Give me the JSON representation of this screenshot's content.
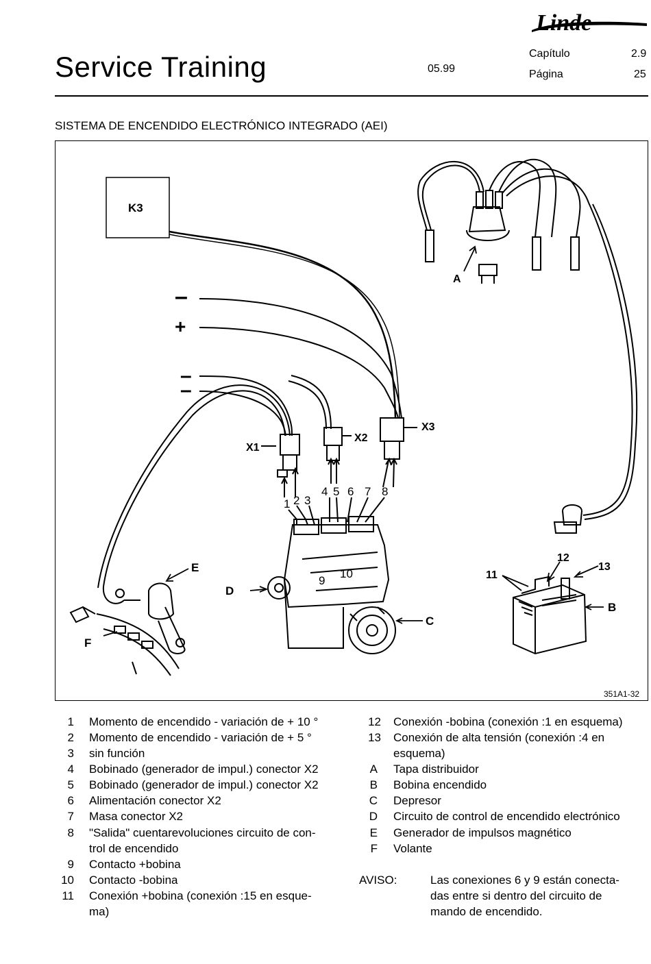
{
  "header": {
    "logo_text": "Linde",
    "title": "Service Training",
    "date": "05.99",
    "chapter_label": "Capítulo",
    "chapter_value": "2.9",
    "page_label": "Página",
    "page_value": "25"
  },
  "section_title": "SISTEMA DE ENCENDIDO ELECTRÓNICO INTEGRADO (AEI)",
  "figure": {
    "box_label": "K3",
    "minus_1": "–",
    "plus": "+",
    "minus_2": "–",
    "minus_3": "–",
    "conn_x1": "X1",
    "conn_x2": "X2",
    "conn_x3": "X3",
    "n1": "1",
    "n2": "2",
    "n3": "3",
    "n4": "4",
    "n5": "5",
    "n6": "6",
    "n7": "7",
    "n8": "8",
    "n9": "9",
    "n10": "10",
    "n11": "11",
    "n12": "12",
    "n13": "13",
    "la": "A",
    "lb": "B",
    "lc": "C",
    "ld": "D",
    "le": "E",
    "lf": "F",
    "ref": "351A1-32"
  },
  "legend_left": [
    {
      "num": "1",
      "text": "Momento de encendido - variación de + 10 °"
    },
    {
      "num": "2",
      "text": "Momento de encendido - variación de + 5 °"
    },
    {
      "num": "3",
      "text": "sin función"
    },
    {
      "num": "4",
      "text": "Bobinado (generador de impul.) conector X2"
    },
    {
      "num": "5",
      "text": "Bobinado (generador de impul.) conector X2"
    },
    {
      "num": "6",
      "text": "Alimentación conector X2"
    },
    {
      "num": "7",
      "text": "Masa conector X2"
    },
    {
      "num": "8",
      "text": "\"Salida\" cuentarevoluciones circuito de con-",
      "text2": "trol de encendido"
    },
    {
      "num": "9",
      "text": "Contacto +bobina"
    },
    {
      "num": "10",
      "text": "Contacto -bobina"
    },
    {
      "num": "11",
      "text": "Conexión +bobina (conexión :15 en esque-",
      "text2": "ma)"
    }
  ],
  "legend_right": [
    {
      "num": "12",
      "text": "Conexión -bobina (conexión :1 en esquema)"
    },
    {
      "num": "13",
      "text": "Conexión de alta tensión (conexión :4 en",
      "text2": "esquema)"
    },
    {
      "num": "A",
      "text": "Tapa distribuidor"
    },
    {
      "num": "B",
      "text": "Bobina encendido"
    },
    {
      "num": "C",
      "text": "Depresor"
    },
    {
      "num": "D",
      "text": "Circuito de control de encendido electrónico"
    },
    {
      "num": "E",
      "text": "Generador de impulsos magnético"
    },
    {
      "num": "F",
      "text": "Volante"
    }
  ],
  "notice": {
    "label": "AVISO:",
    "line1": "Las conexiones 6 y 9 están conecta-",
    "line2": "das entre si dentro del circuito de",
    "line3": "mando de encendido."
  }
}
